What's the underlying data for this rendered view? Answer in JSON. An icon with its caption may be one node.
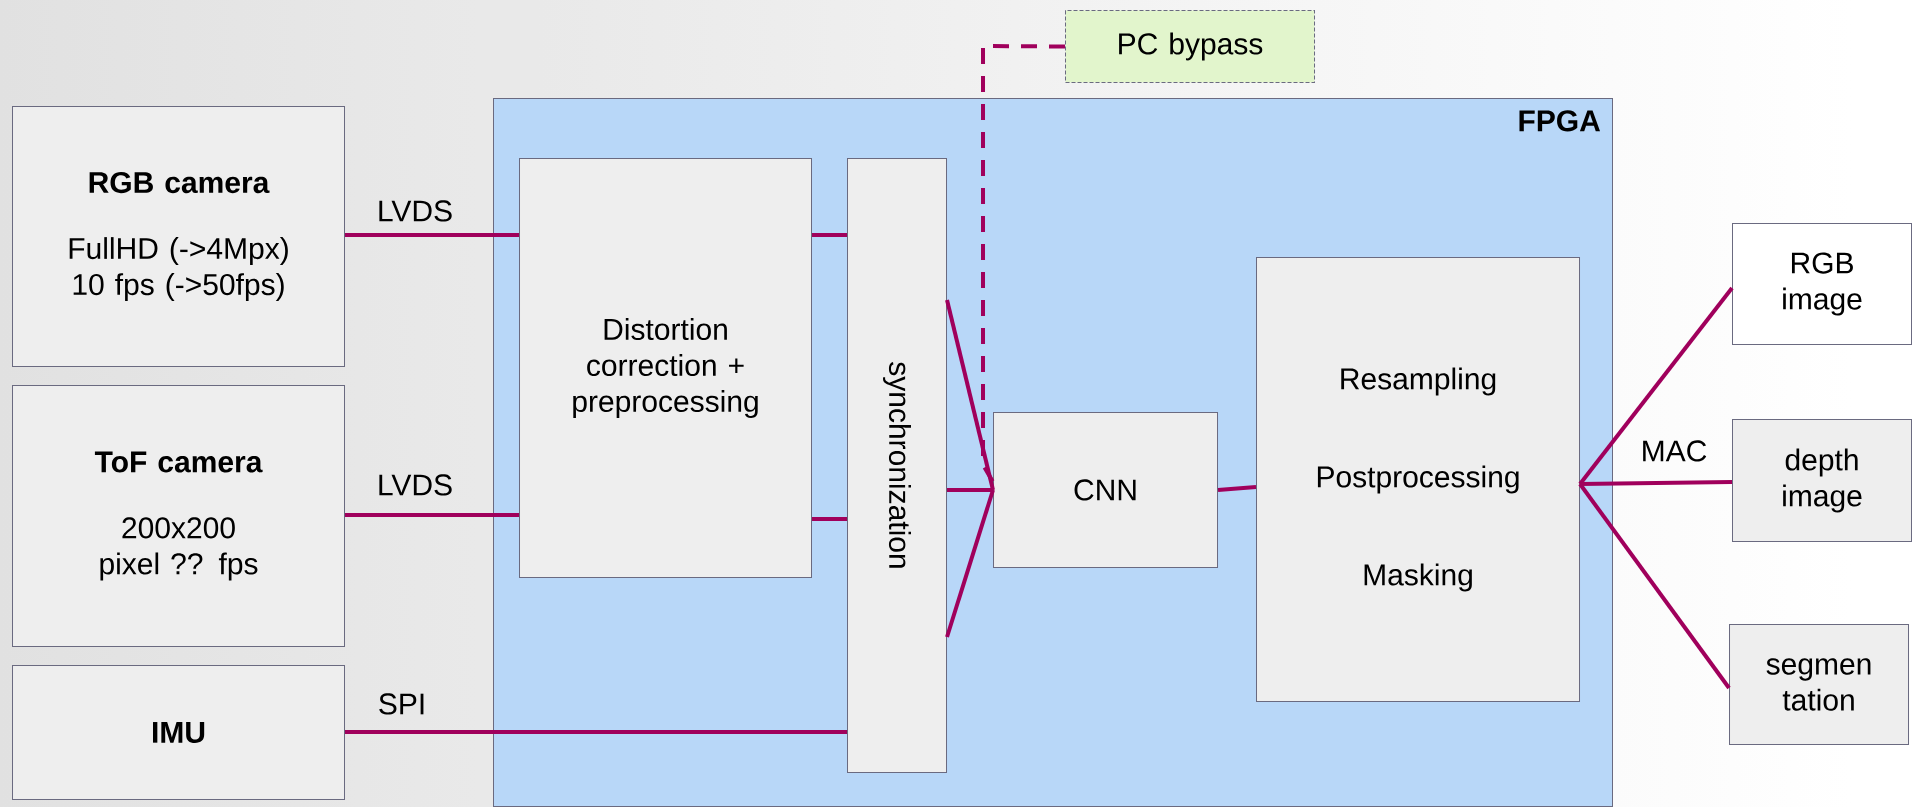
{
  "diagram": {
    "nodes": [
      {
        "text": [
          "RGB camera",
          "FullHD (->4Mpx) 10 fps (->50fps)"
        ]
      },
      {
        "text": [
          "ToF camera",
          "200x200 pixel ?? fps"
        ]
      },
      {
        "text": [
          "IMU"
        ]
      },
      {
        "text": [
          "FPGA"
        ]
      },
      {
        "text": [
          "Distortion correction + preprocessing"
        ],
        "in": 3
      },
      {
        "text": [
          "synchronization"
        ],
        "in": 3
      },
      {
        "text": [
          "CNN"
        ],
        "in": 3
      },
      {
        "text": [
          "Resampling",
          "Postprocessing",
          "Masking"
        ],
        "in": 3
      },
      {
        "text": [
          "PC bypass"
        ]
      },
      {
        "text": [
          "RGB image"
        ]
      },
      {
        "text": [
          "depth image"
        ]
      },
      {
        "text": [
          "segmen tation"
        ]
      }
    ],
    "edges": [
      {
        "from": 0,
        "to": 4,
        "arrow": "none",
        "label": "LVDS"
      },
      {
        "from": 1,
        "to": 4,
        "arrow": "none",
        "label": "LVDS"
      },
      {
        "from": 2,
        "to": 5,
        "arrow": "none",
        "label": "SPI"
      },
      {
        "from": 4,
        "to": 5,
        "arrow": "none"
      },
      {
        "from": 4,
        "to": 5,
        "arrow": "none"
      },
      {
        "from": 5,
        "to": 6,
        "arrow": "none"
      },
      {
        "from": 5,
        "to": 6,
        "arrow": "none"
      },
      {
        "from": 5,
        "to": 6,
        "arrow": "none"
      },
      {
        "from": 8,
        "to": 6,
        "arrow": "none",
        "style": "dashed"
      },
      {
        "from": 6,
        "to": 7,
        "arrow": "none"
      },
      {
        "from": 7,
        "to": 9,
        "arrow": "none"
      },
      {
        "from": 7,
        "to": 10,
        "arrow": "none",
        "label": "MAC"
      },
      {
        "from": 7,
        "to": 11,
        "arrow": "none"
      }
    ]
  }
}
